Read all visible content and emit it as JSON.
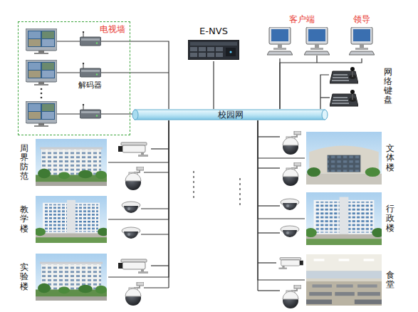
{
  "diagram": {
    "nodes": [
      {
        "text": [
          "电视墙"
        ]
      },
      {
        "text": [
          "E-NVS"
        ]
      },
      {
        "text": [
          "客户端"
        ]
      },
      {
        "text": [
          "领导"
        ]
      },
      {
        "text": [
          "网络键盘"
        ]
      },
      {
        "text": [
          "校园网"
        ]
      },
      {
        "text": [
          "周界防范"
        ]
      },
      {
        "text": [
          "教学楼"
        ]
      },
      {
        "text": [
          "实验楼"
        ]
      },
      {
        "text": [
          "文体楼"
        ]
      },
      {
        "text": [
          "行政楼"
        ]
      },
      {
        "text": [
          "食堂"
        ]
      }
    ],
    "edges": [
      {
        "from": 0,
        "to": 5,
        "arrow": "none"
      },
      {
        "from": 1,
        "to": 5,
        "arrow": "none"
      },
      {
        "from": 2,
        "to": 5,
        "arrow": "none"
      },
      {
        "from": 3,
        "to": 5,
        "arrow": "none"
      },
      {
        "from": 4,
        "to": 5,
        "arrow": "none"
      },
      {
        "from": 6,
        "to": 5,
        "arrow": "none"
      },
      {
        "from": 7,
        "to": 5,
        "arrow": "none"
      },
      {
        "from": 8,
        "to": 5,
        "arrow": "none"
      },
      {
        "from": 9,
        "to": 5,
        "arrow": "none"
      },
      {
        "from": 10,
        "to": 5,
        "arrow": "none"
      },
      {
        "from": 11,
        "to": 5,
        "arrow": "none"
      }
    ],
    "labels": [
      "解码器"
    ]
  }
}
